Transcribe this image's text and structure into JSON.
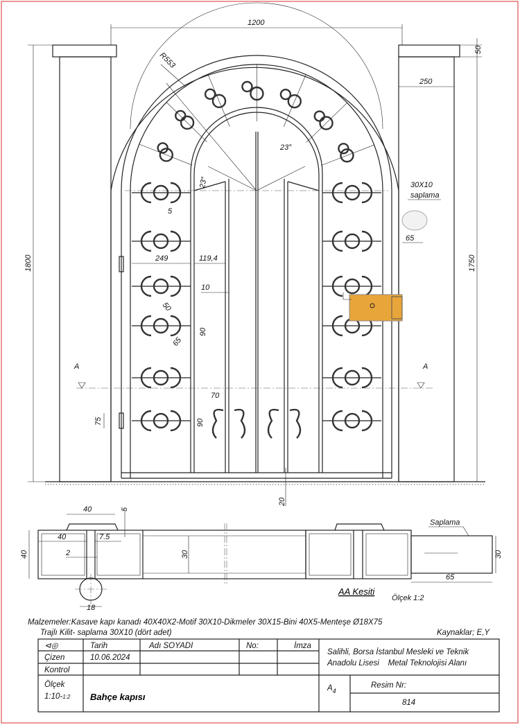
{
  "dimensions": {
    "overall_width": "1200",
    "cap_height": "50",
    "pillar_width": "250",
    "radius": "R553",
    "angle_top": "23°",
    "angle_side": "23°",
    "height_left": "1800",
    "height_right": "1750",
    "leaf_width": "249",
    "gap_width": "119,4",
    "bar_gap": "10",
    "motif_5": "5",
    "motif_50": "50",
    "motif_65": "65",
    "motif_90": "90",
    "hinge_75": "75",
    "scroll_70": "70",
    "scroll_90": "90",
    "ground_20": "20",
    "saplama_label": "30X10",
    "saplama_sub": "saplama",
    "saplama_65": "65",
    "section_marker_left": "A",
    "section_marker_right": "A"
  },
  "section": {
    "title": "AA Kesiti",
    "scale": "Ölçek 1:2",
    "dim_40_top": "40",
    "dim_5": "5",
    "dim_40_inner": "40",
    "dim_7_5": "7.5",
    "dim_2": "2",
    "dim_40_side": "40",
    "dim_30_mid": "30",
    "dim_18": "18",
    "saplama": "Saplama",
    "dim_30_right": "30",
    "dim_65": "65"
  },
  "notes": {
    "materials": "Malzemeler:Kasave kapı kanadı 40X40X2-Motif 30X10-Dikmeler 30X15-Bini 40X5-Menteşe Ø18X75",
    "materials2": "Trajlı Kilit- saplama 30X10 (dört adet)",
    "sources": "Kaynaklar; E,Y"
  },
  "title_block": {
    "date_label": "Tarih",
    "name_label": "Adı SOYADI",
    "no_label": "No:",
    "sign_label": "İmza",
    "drawn_label": "Çizen",
    "drawn_date": "10.06.2024",
    "check_label": "Kontrol",
    "school1": "Salihli, Borsa İstanbul Mesleki ve Teknik",
    "school2": "Anadolu Lisesi    Metal Teknolojisi Alanı",
    "scale_label": "Ölçek",
    "scale_value": "1:10-",
    "scale_value_small": "1:2",
    "drawing_title": "Bahçe kapısı",
    "paper": "A",
    "paper_sub": "4",
    "drawing_no_label": "Resim Nr:",
    "drawing_no": "814"
  },
  "colors": {
    "lock": "#E8A53A",
    "border": "#E05050"
  }
}
